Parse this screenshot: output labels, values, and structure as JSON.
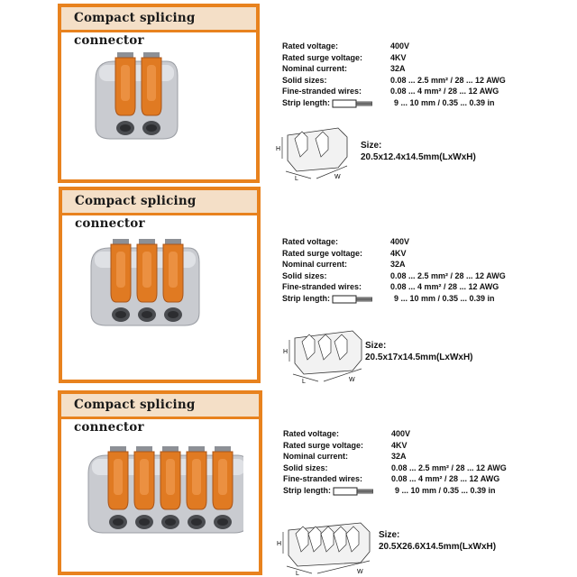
{
  "sections": [
    {
      "title": "Compact splicing connector",
      "poles": 2,
      "specs": [
        {
          "label": "Rated voltage:",
          "value": "400V"
        },
        {
          "label": "Rated surge voltage:",
          "value": "4KV"
        },
        {
          "label": "Nominal current:",
          "value": "32A"
        },
        {
          "label": "Solid sizes:",
          "value": "0.08 ... 2.5 mm² / 28 ... 12 AWG"
        },
        {
          "label": "Fine-stranded wires:",
          "value": "0.08 ... 4 mm² / 28 ... 12 AWG"
        },
        {
          "label": "Strip length:",
          "value": "9 ... 10 mm / 0.35 ... 0.39 in"
        }
      ],
      "size_heading": "Size:",
      "size_value": "20.5x12.4x14.5mm(LxWxH)",
      "dimension_letters": {
        "h": "H",
        "l": "L",
        "w": "W"
      }
    },
    {
      "title": "Compact splicing connector",
      "poles": 3,
      "specs": [
        {
          "label": "Rated voltage:",
          "value": "400V"
        },
        {
          "label": "Rated surge voltage:",
          "value": "4KV"
        },
        {
          "label": "Nominal current:",
          "value": "32A"
        },
        {
          "label": "Solid sizes:",
          "value": "0.08 ... 2.5 mm² / 28 ... 12 AWG"
        },
        {
          "label": "Fine-stranded wires:",
          "value": "0.08 ... 4 mm² / 28 ... 12 AWG"
        },
        {
          "label": "Strip length:",
          "value": "9 ... 10 mm / 0.35 ... 0.39 in"
        }
      ],
      "size_heading": "Size:",
      "size_value": "20.5x17x14.5mm(LxWxH)",
      "dimension_letters": {
        "h": "H",
        "l": "L",
        "w": "W"
      }
    },
    {
      "title": "Compact splicing connector",
      "poles": 5,
      "specs": [
        {
          "label": "Rated voltage:",
          "value": "400V"
        },
        {
          "label": "Rated surge voltage:",
          "value": "4KV"
        },
        {
          "label": "Nominal current:",
          "value": "32A"
        },
        {
          "label": "Solid sizes:",
          "value": "0.08 ... 2.5 mm² / 28 ... 12 AWG"
        },
        {
          "label": "Fine-stranded wires:",
          "value": "0.08 ... 4 mm² / 28 ... 12 AWG"
        },
        {
          "label": "Strip length:",
          "value": "9 ... 10 mm / 0.35 ... 0.39 in"
        }
      ],
      "size_heading": "Size:",
      "size_value": "20.5X26.6X14.5mm(LxWxH)",
      "dimension_letters": {
        "h": "H",
        "l": "L",
        "w": "W"
      }
    }
  ],
  "colors": {
    "frame_orange": "#e8821e",
    "title_bar": "#f4dfc7",
    "lever_orange": "#e07a22",
    "housing_gray": "#c9cbd0"
  }
}
